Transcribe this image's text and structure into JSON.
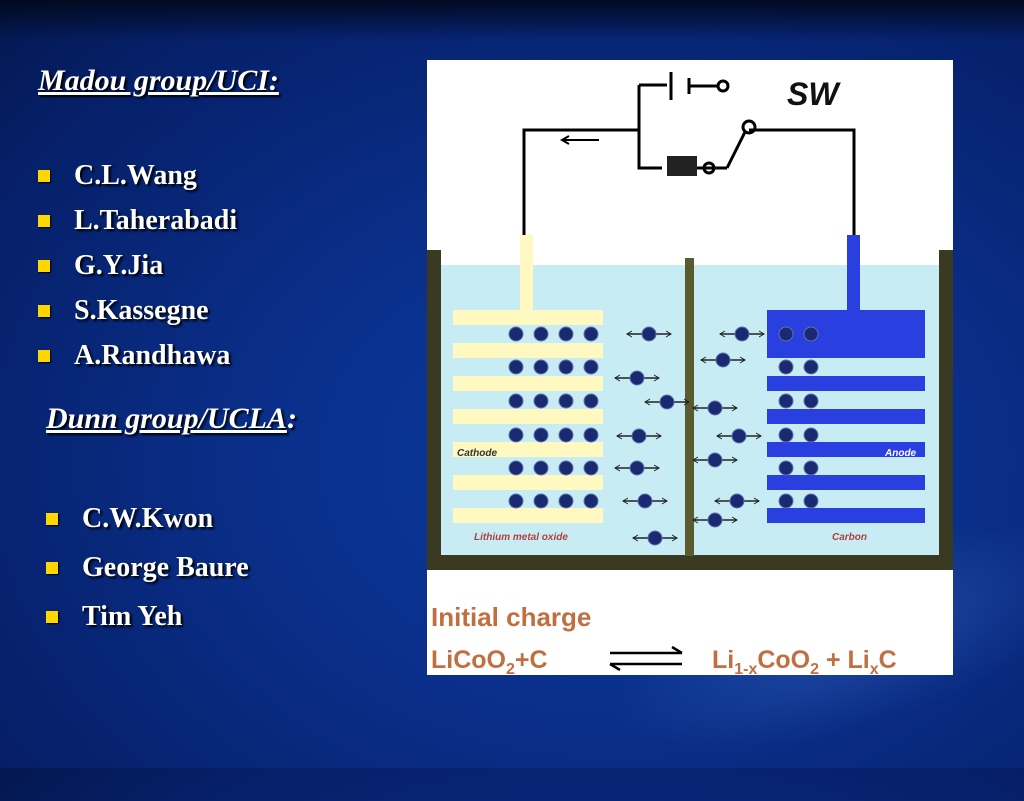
{
  "madou": {
    "heading": "Madou group/UCI:",
    "members": [
      "C.L.Wang",
      "L.Taherabadi",
      "G.Y.Jia",
      "S.Kassegne",
      "A.Randhawa"
    ]
  },
  "dunn": {
    "heading_main": "Dunn group/UCLA",
    "heading_colon": ":",
    "members": [
      "C.W.Kwon",
      "George Baure",
      "Tim Yeh"
    ]
  },
  "figure": {
    "switch_label": "SW",
    "cathode_label": "Cathode",
    "anode_label": "Anode",
    "cathode_material": "Lithium metal oxide",
    "anode_material": "Carbon",
    "ion_label": "Li",
    "caption_title": "Initial charge",
    "eq_left": "LiCoO",
    "eq_left_sub": "2",
    "eq_left_tail": "+C",
    "eq_right_a": "Li",
    "eq_right_a_sub": "1-x",
    "eq_right_b": "CoO",
    "eq_right_b_sub": "2",
    "eq_right_c": " + Li",
    "eq_right_c_sub": "x",
    "eq_right_d": "C"
  },
  "colors": {
    "accent_bullet": "#ffd700",
    "electrolyte": "#c8ecf4",
    "cathode_plate": "#fff8c0",
    "anode_plate": "#2a3fe0",
    "container": "#3a3a22",
    "ion": "#1a2a70",
    "caption": "#c07040"
  }
}
